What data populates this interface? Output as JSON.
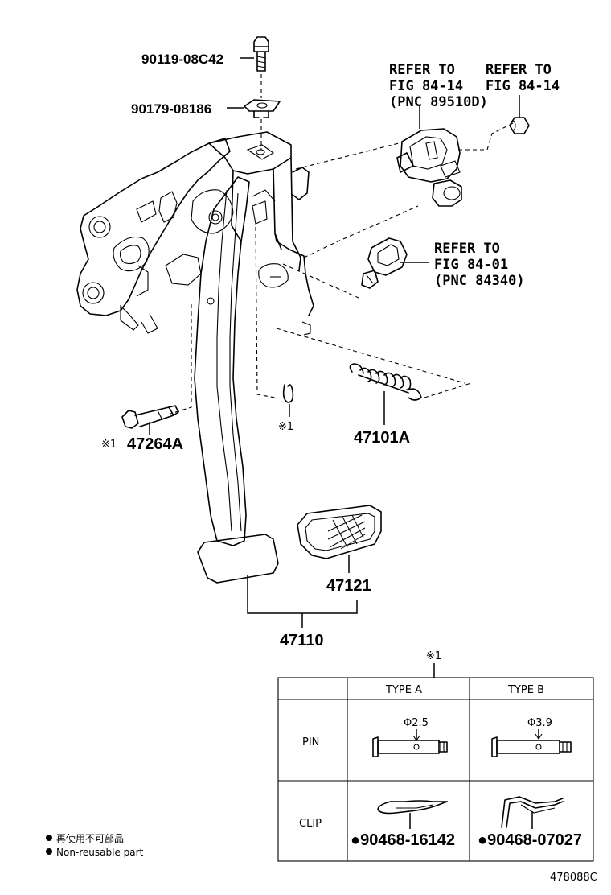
{
  "labels": {
    "bolt": "90119-08C42",
    "washer": "90179-08186",
    "ref_84_14_a_line1": "REFER TO",
    "ref_84_14_a_line2": "FIG 84-14",
    "ref_84_14_a_line3": "(PNC 89510D)",
    "ref_84_14_b_line1": "REFER TO",
    "ref_84_14_b_line2": "FIG 84-14",
    "ref_84_01_line1": "REFER TO",
    "ref_84_01_line2": "FIG 84-01",
    "ref_84_01_line3": "(PNC 84340)",
    "note_mark": "※1",
    "pin_mark": "※1",
    "pin_part": "47264A",
    "spring_part": "47101A",
    "pad_part": "47121",
    "pedal_part": "47110",
    "table_mark": "※1",
    "diagram_code": "478088C"
  },
  "table": {
    "col_a": "TYPE A",
    "col_b": "TYPE B",
    "row_pin": "PIN",
    "row_clip": "CLIP",
    "pin_a_dim": "Φ2.5",
    "pin_b_dim": "Φ3.9",
    "clip_a_part": "●90468-16142",
    "clip_b_part": "●90468-07027"
  },
  "legend": {
    "item_jp": "再使用不可部品",
    "item_en": "Non-reusable part"
  }
}
